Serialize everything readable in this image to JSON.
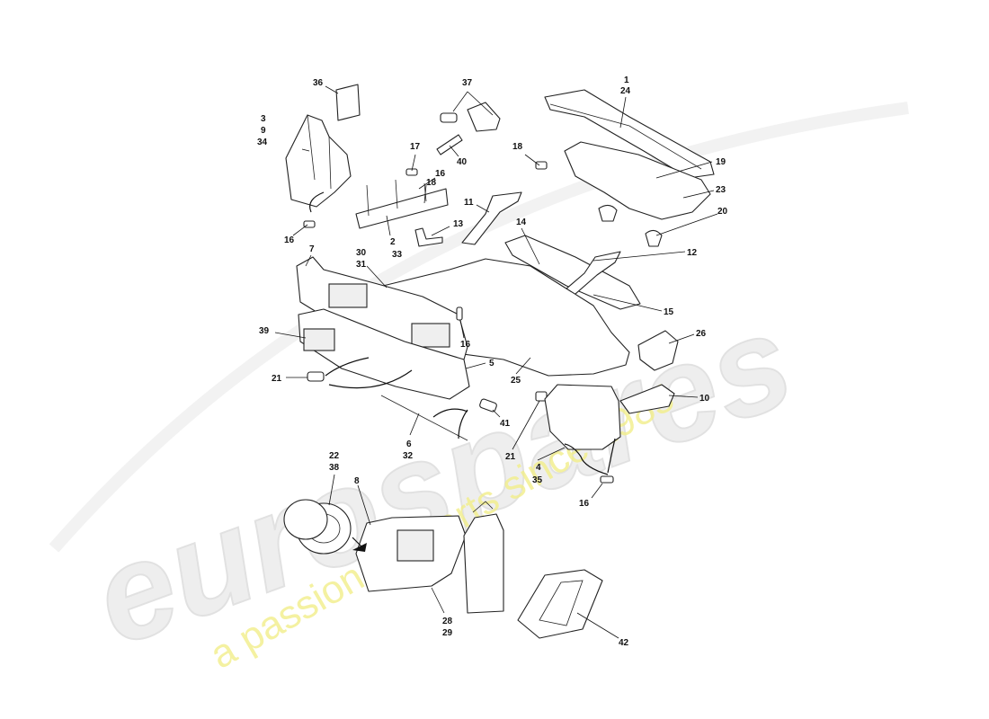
{
  "watermark": {
    "logo_text": "eurospares",
    "tagline": "a passion for parts since 1985",
    "tagline_color": "#f2ee8a"
  },
  "callouts": [
    {
      "id": "c1",
      "text": "1"
    },
    {
      "id": "c24",
      "text": "24"
    },
    {
      "id": "c36",
      "text": "36"
    },
    {
      "id": "c37",
      "text": "37"
    },
    {
      "id": "c3",
      "text": "3"
    },
    {
      "id": "c9",
      "text": "9"
    },
    {
      "id": "c34",
      "text": "34"
    },
    {
      "id": "c17",
      "text": "17"
    },
    {
      "id": "c40",
      "text": "40"
    },
    {
      "id": "c18a",
      "text": "18"
    },
    {
      "id": "c19",
      "text": "19"
    },
    {
      "id": "c16a",
      "text": "16"
    },
    {
      "id": "c18b",
      "text": "18"
    },
    {
      "id": "c23",
      "text": "23"
    },
    {
      "id": "c11",
      "text": "11"
    },
    {
      "id": "c20",
      "text": "20"
    },
    {
      "id": "c16b",
      "text": "16"
    },
    {
      "id": "c13",
      "text": "13"
    },
    {
      "id": "c14",
      "text": "14"
    },
    {
      "id": "c2",
      "text": "2"
    },
    {
      "id": "c33",
      "text": "33"
    },
    {
      "id": "c7",
      "text": "7"
    },
    {
      "id": "c12",
      "text": "12"
    },
    {
      "id": "c30",
      "text": "30"
    },
    {
      "id": "c31",
      "text": "31"
    },
    {
      "id": "c15",
      "text": "15"
    },
    {
      "id": "c16c",
      "text": "16"
    },
    {
      "id": "c39",
      "text": "39"
    },
    {
      "id": "c26",
      "text": "26"
    },
    {
      "id": "c5",
      "text": "5"
    },
    {
      "id": "c21a",
      "text": "21"
    },
    {
      "id": "c25",
      "text": "25"
    },
    {
      "id": "c10",
      "text": "10"
    },
    {
      "id": "c41",
      "text": "41"
    },
    {
      "id": "c6",
      "text": "6"
    },
    {
      "id": "c32",
      "text": "32"
    },
    {
      "id": "c21b",
      "text": "21"
    },
    {
      "id": "c22",
      "text": "22"
    },
    {
      "id": "c38",
      "text": "38"
    },
    {
      "id": "c4",
      "text": "4"
    },
    {
      "id": "c35",
      "text": "35"
    },
    {
      "id": "c8",
      "text": "8"
    },
    {
      "id": "c16d",
      "text": "16"
    },
    {
      "id": "c28",
      "text": "28"
    },
    {
      "id": "c29",
      "text": "29"
    },
    {
      "id": "c42",
      "text": "42"
    }
  ]
}
